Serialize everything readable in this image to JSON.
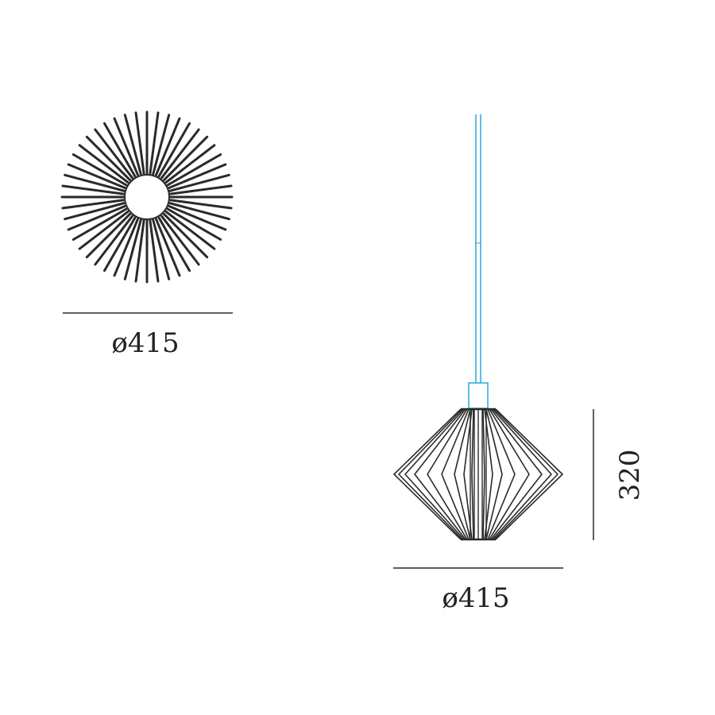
{
  "colors": {
    "line": "#2a2a2a",
    "cable": "#2aa8d8",
    "background": "#ffffff"
  },
  "top_view": {
    "rod_count": 48,
    "diameter_label": "ø415"
  },
  "side_view": {
    "diameter_label": "ø415",
    "height_label": "320",
    "wire_loops": 9
  }
}
